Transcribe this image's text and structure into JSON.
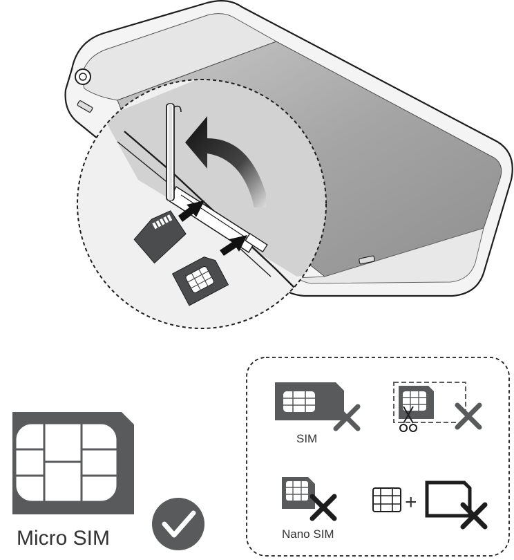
{
  "labels": {
    "micro_sim": "Micro SIM",
    "sim": "SIM",
    "nano_sim": "Nano SIM",
    "plus": "+"
  },
  "colors": {
    "card": "#595a5c",
    "outline": "#1d1d1d",
    "tablet_back": "#a9a9a9",
    "tablet_band": "#e9e9e9",
    "arrow": "#111111"
  },
  "icons": {
    "check": "check-circle-icon",
    "cross": "cross-icon",
    "scissors": "scissors-icon"
  }
}
